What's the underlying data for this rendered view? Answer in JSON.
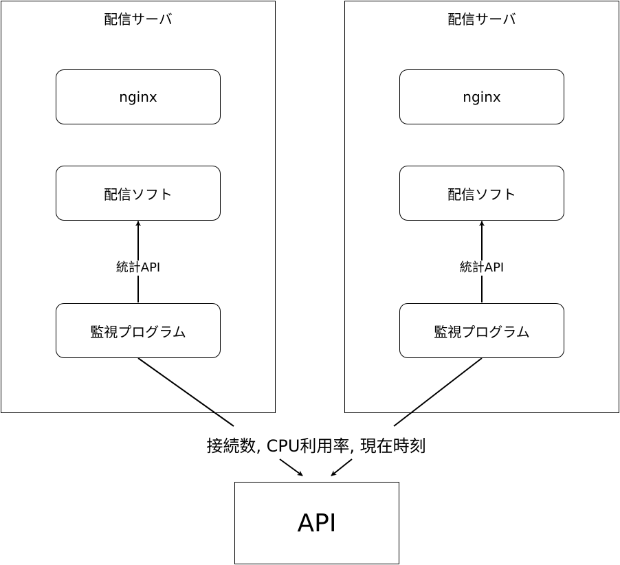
{
  "servers": [
    {
      "title": "配信サーバ",
      "nginx": "nginx",
      "streaming_software": "配信ソフト",
      "stats_api_label": "統計API",
      "monitor": "監視プログラム"
    },
    {
      "title": "配信サーバ",
      "nginx": "nginx",
      "streaming_software": "配信ソフト",
      "stats_api_label": "統計API",
      "monitor": "監視プログラム"
    }
  ],
  "metrics_label": "接続数, CPU利用率, 現在時刻",
  "api": {
    "label": "API"
  }
}
